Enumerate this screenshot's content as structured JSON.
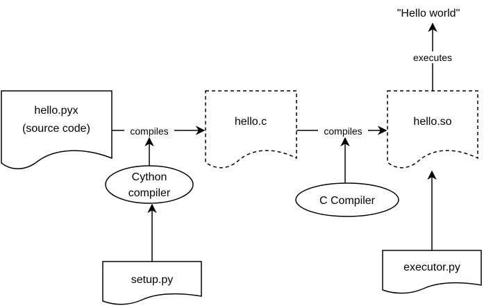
{
  "nodes": {
    "hello_pyx": {
      "line1": "hello.pyx",
      "line2": "(source code)"
    },
    "hello_c": {
      "label": "hello.c"
    },
    "hello_so": {
      "label": "hello.so"
    },
    "cython_compiler": {
      "line1": "Cython",
      "line2": "compiler"
    },
    "c_compiler": {
      "label": "C Compiler"
    },
    "setup_py": {
      "label": "setup.py"
    },
    "executor_py": {
      "label": "executor.py"
    },
    "output": {
      "label": "\"Hello world\""
    }
  },
  "edges": {
    "compiles_1": "compiles",
    "compiles_2": "compiles",
    "executes": "executes"
  }
}
